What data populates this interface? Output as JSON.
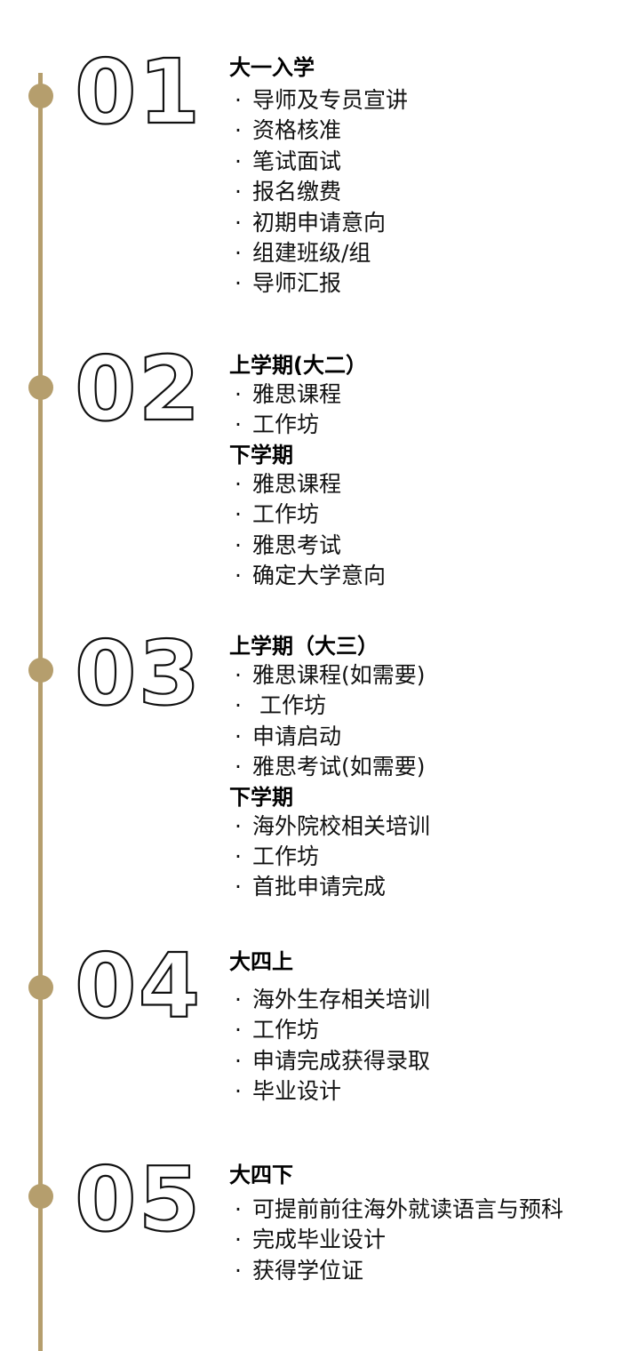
{
  "colors": {
    "accent": "#b59e6d",
    "text": "#111111"
  },
  "stages": [
    {
      "number": "01",
      "groups": [
        {
          "heading": "大一入学",
          "items": [
            "导师及专员宣讲",
            "资格核准",
            "笔试面试",
            "报名缴费",
            "初期申请意向",
            "组建班级/组",
            "导师汇报"
          ]
        }
      ]
    },
    {
      "number": "02",
      "groups": [
        {
          "heading": "上学期(大二）",
          "items": [
            "雅思课程",
            "工作坊"
          ]
        },
        {
          "heading": "下学期",
          "items": [
            "雅思课程",
            "工作坊",
            "雅思考试",
            "确定大学意向"
          ]
        }
      ]
    },
    {
      "number": "03",
      "groups": [
        {
          "heading": "上学期（大三）",
          "items": [
            "雅思课程(如需要)",
            " 工作坊",
            "申请启动",
            "雅思考试(如需要)"
          ]
        },
        {
          "heading": "下学期",
          "items": [
            "海外院校相关培训",
            "工作坊",
            "首批申请完成"
          ]
        }
      ]
    },
    {
      "number": "04",
      "groups": [
        {
          "heading": "大四上",
          "items": [
            "海外生存相关培训",
            "工作坊",
            "申请完成获得录取",
            "毕业设计"
          ]
        }
      ]
    },
    {
      "number": "05",
      "groups": [
        {
          "heading": "大四下",
          "items": [
            "可提前前往海外就读语言与预科",
            "完成毕业设计",
            "获得学位证"
          ]
        }
      ]
    }
  ]
}
